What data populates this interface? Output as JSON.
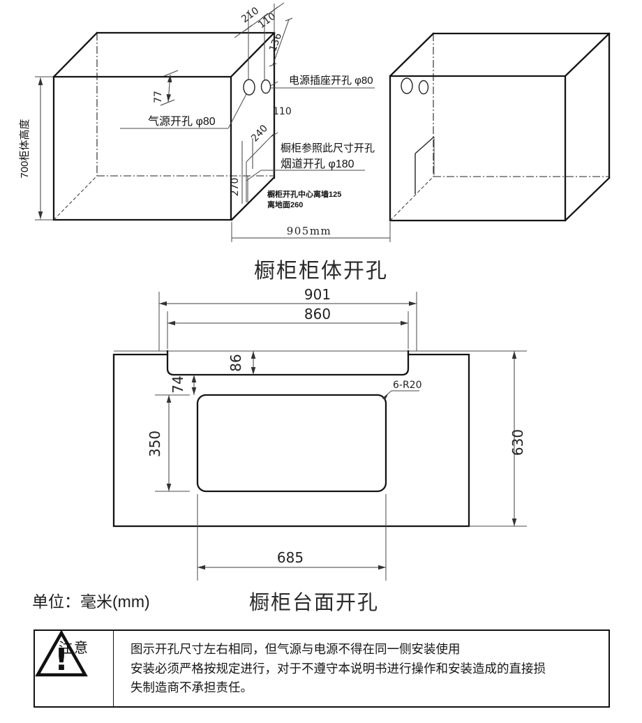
{
  "page": {
    "background": "#ffffff",
    "line_color": "#141414"
  },
  "cabinet_diagram": {
    "title": "橱柜柜体开孔",
    "height_label": "700柜体高度",
    "dims": {
      "d210": "210",
      "d110_top": "110",
      "d136": "136",
      "d77": "77",
      "d110_mid": "110",
      "d240": "240",
      "d270": "270",
      "d905": "905mm"
    },
    "labels": {
      "power": "电源插座开孔 φ80",
      "gas": "气源开孔 φ80",
      "ref_note": "橱柜参照此尺寸开孔",
      "flue": "烟道开孔 φ180",
      "note_wall": "橱柜开孔中心离墙125",
      "note_floor": "离地面260"
    }
  },
  "countertop_diagram": {
    "title": "橱柜台面开孔",
    "unit_label": "单位：毫米(mm)",
    "dims": {
      "d901": "901",
      "d860": "860",
      "d86": "86",
      "d74": "74",
      "d350": "350",
      "d630": "630",
      "d685": "685",
      "corner_radius": "6-R20"
    }
  },
  "warning": {
    "exclamation": "!",
    "icon_label": "注意",
    "lines": [
      "图示开孔尺寸左右相同，但气源与电源不得在同一侧安装使用",
      "安装必须严格按规定进行，对于不遵守本说明书进行操作和安装造成的直接损",
      "失制造商不承担责任。"
    ]
  }
}
